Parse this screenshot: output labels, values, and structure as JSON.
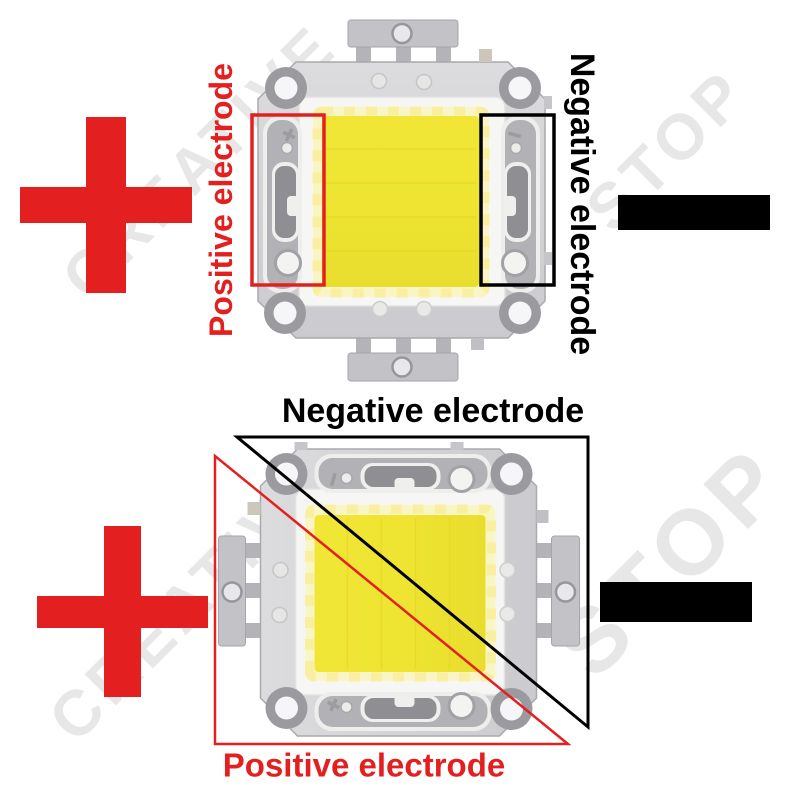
{
  "watermark": {
    "word1": "CREATIVE",
    "word2": "STOP"
  },
  "figures": {
    "top": {
      "positive_label": "Positive electrode",
      "negative_label": "Negative electrode"
    },
    "bottom": {
      "negative_label": "Negative electrode",
      "positive_label": "Positive electrode"
    }
  },
  "symbols": {
    "positive": "plus-sign",
    "negative": "minus-bar"
  },
  "colors": {
    "positive_red": "#e3201f",
    "negative_black": "#000000",
    "led_yellow": "#eee431",
    "led_yellow_pale": "#faf5c4",
    "chip_gray": "#d5d5d7",
    "watermark_gray": "#e7e7e7",
    "background": "#ffffff"
  }
}
